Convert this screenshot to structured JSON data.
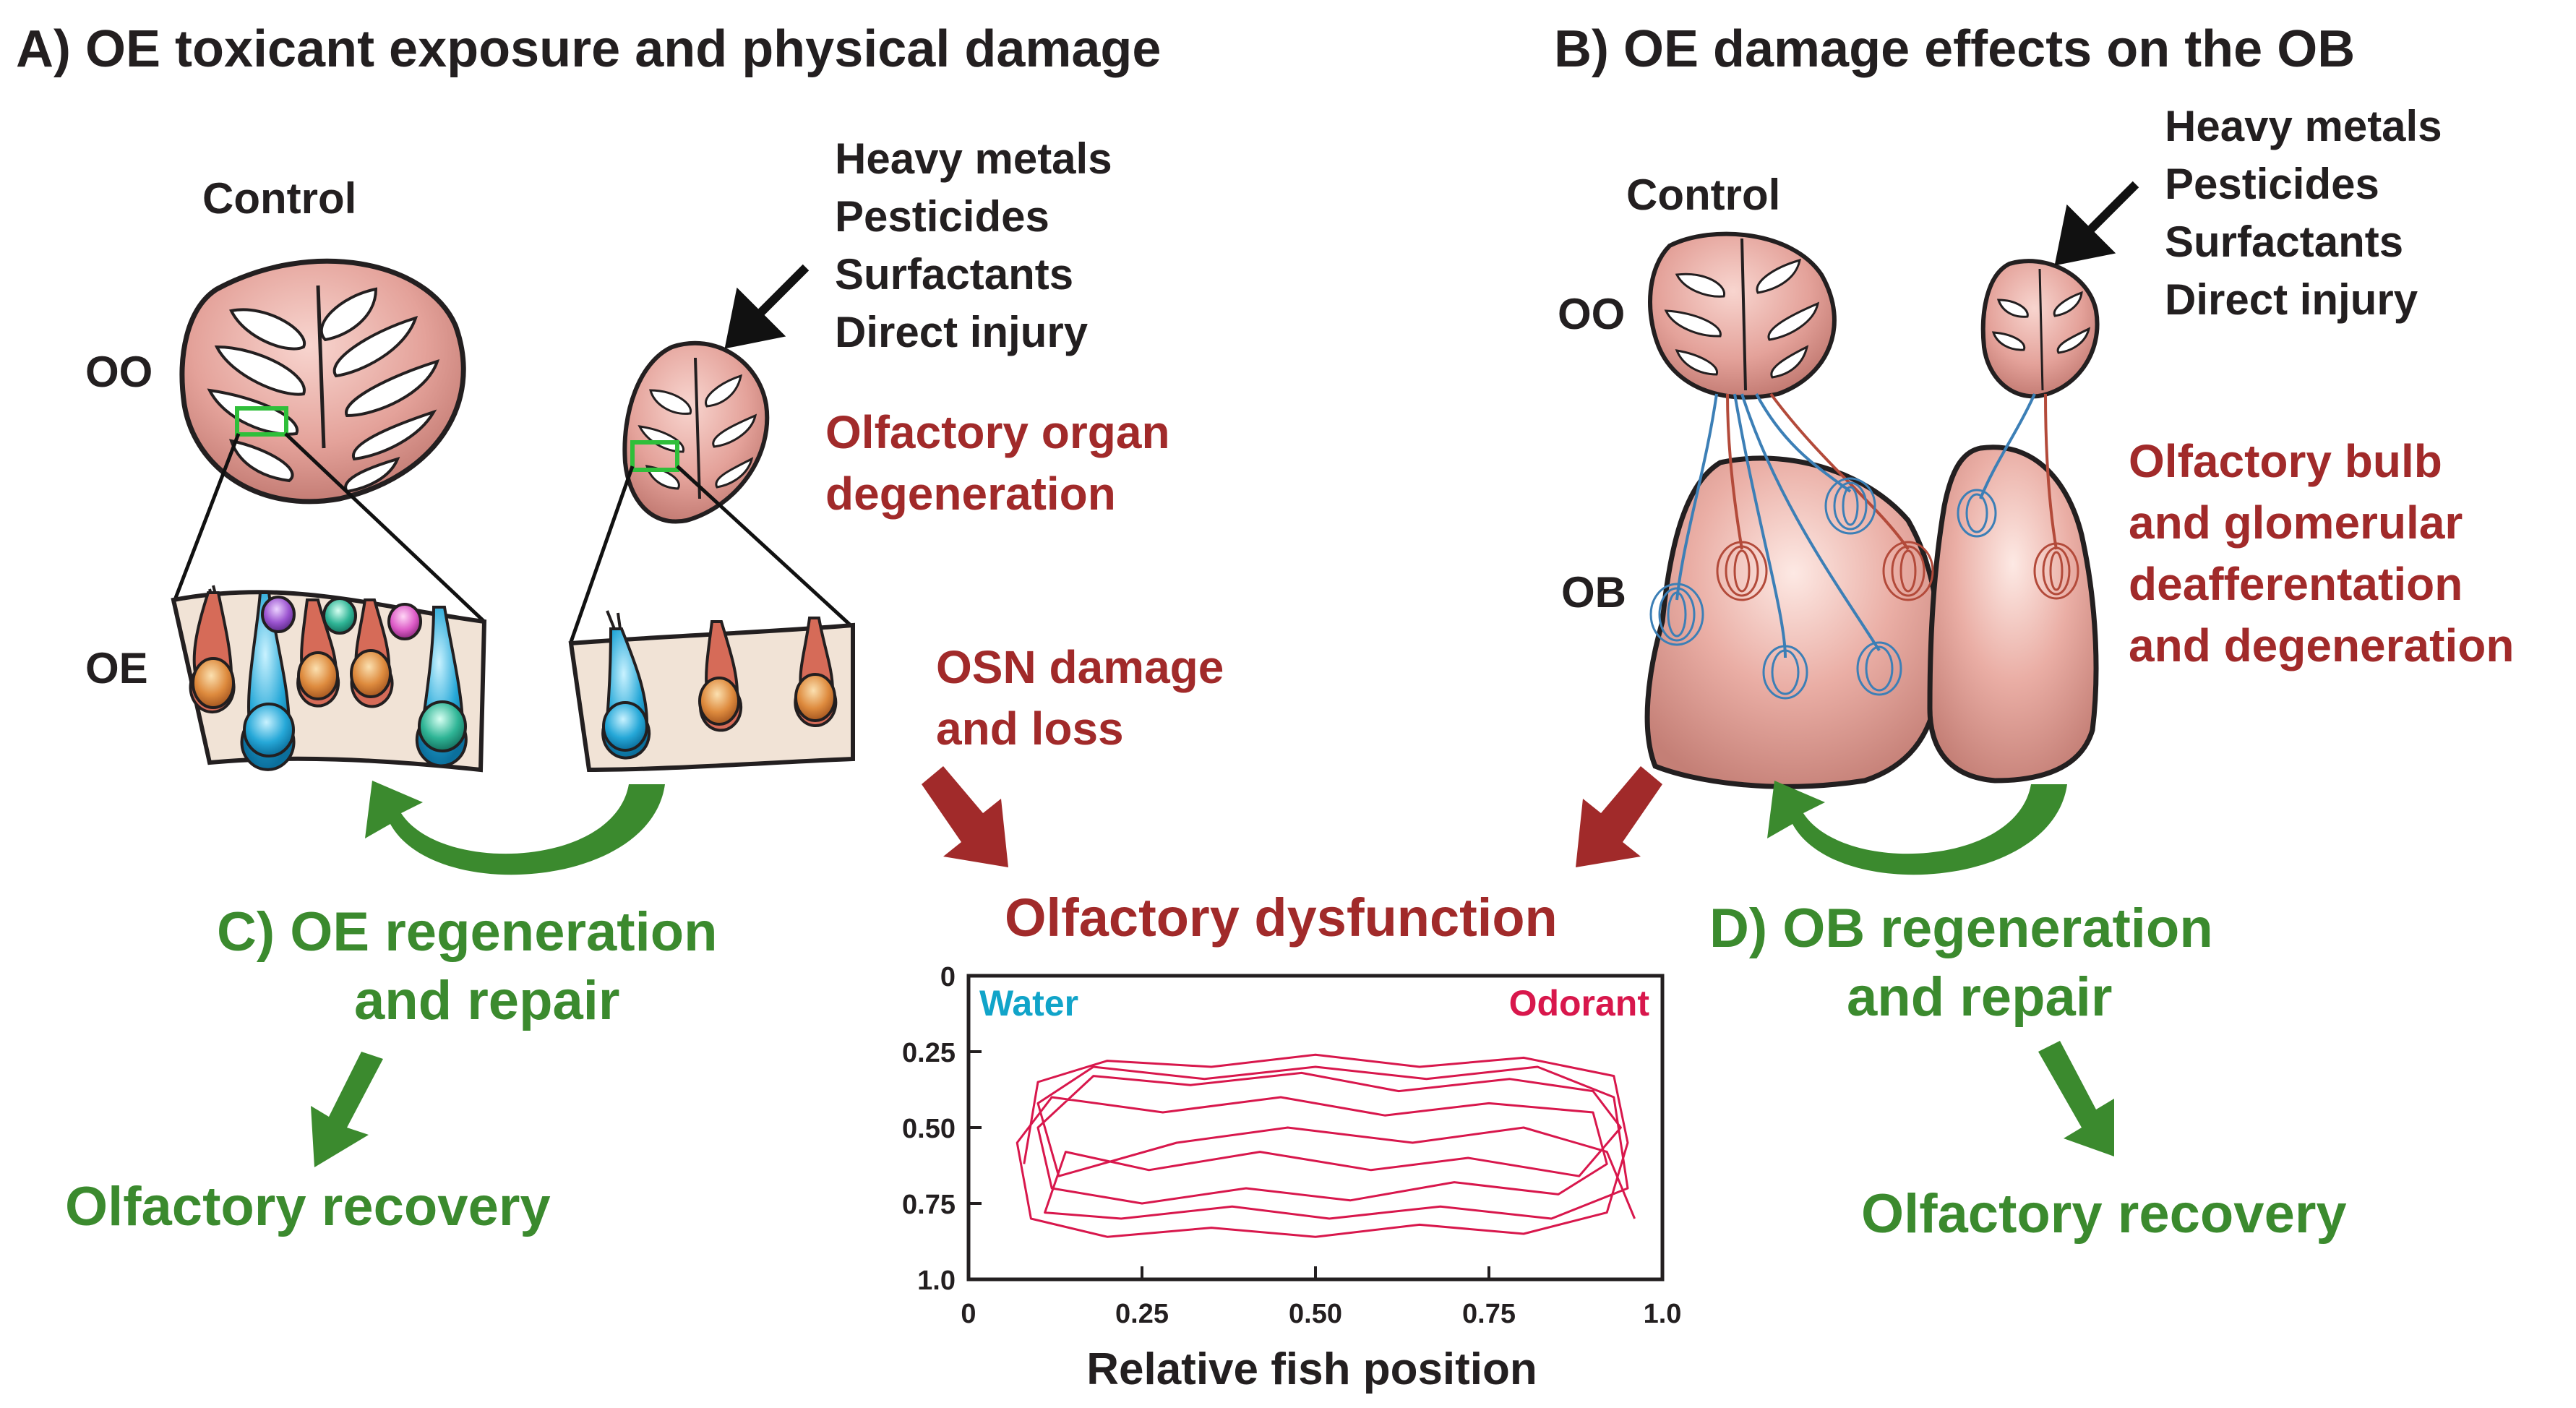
{
  "panel_a": {
    "heading": "A) OE toxicant exposure and physical damage",
    "control_label": "Control",
    "oo_label": "OO",
    "oe_label": "OE",
    "toxicants": [
      "Heavy metals",
      "Pesticides",
      "Surfactants",
      "Direct injury"
    ],
    "organ_effect": [
      "Olfactory organ",
      "degeneration"
    ],
    "osn_effect": [
      "OSN damage",
      "and loss"
    ]
  },
  "panel_b": {
    "heading": "B) OE damage effects on the OB",
    "control_label": "Control",
    "oo_label": "OO",
    "ob_label": "OB",
    "toxicants": [
      "Heavy metals",
      "Pesticides",
      "Surfactants",
      "Direct injury"
    ],
    "bulb_effect": [
      "Olfactory bulb",
      "and glomerular",
      "deafferentation",
      "and degeneration"
    ]
  },
  "panel_c": {
    "heading": [
      "C) OE regeneration",
      "and repair"
    ],
    "outcome": "Olfactory recovery"
  },
  "panel_d": {
    "heading": [
      "D) OB regeneration",
      "and repair"
    ],
    "outcome": "Olfactory recovery"
  },
  "center": {
    "title": "Olfactory dysfunction"
  },
  "colors": {
    "text": "#231f20",
    "effect_red": "#a12a2a",
    "regen_green": "#3b8a2e",
    "tissue_pink": "#e4a29a",
    "water_cyan": "#11a4c9",
    "odorant_crimson": "#d8174c",
    "axon_blue": "#3c7fb6"
  },
  "chart_data": {
    "type": "line",
    "xlabel": "Relative fish position",
    "x_ticks": [
      "0",
      "0.25",
      "0.50",
      "0.75",
      "1.0"
    ],
    "y_ticks": [
      "0",
      "0.25",
      "0.50",
      "0.75",
      "1.0"
    ],
    "xlim": [
      0,
      1
    ],
    "ylim": [
      0,
      1
    ],
    "y_inverted": true,
    "annotations": {
      "left": "Water",
      "right": "Odorant"
    },
    "series": [
      {
        "color": "#d8174c",
        "points": [
          [
            0.08,
            0.62
          ],
          [
            0.1,
            0.35
          ],
          [
            0.2,
            0.28
          ],
          [
            0.35,
            0.3
          ],
          [
            0.5,
            0.26
          ],
          [
            0.65,
            0.3
          ],
          [
            0.8,
            0.27
          ],
          [
            0.93,
            0.33
          ],
          [
            0.95,
            0.55
          ],
          [
            0.92,
            0.78
          ],
          [
            0.8,
            0.85
          ],
          [
            0.65,
            0.82
          ],
          [
            0.5,
            0.86
          ],
          [
            0.35,
            0.83
          ],
          [
            0.2,
            0.86
          ],
          [
            0.09,
            0.8
          ],
          [
            0.07,
            0.55
          ],
          [
            0.12,
            0.4
          ],
          [
            0.28,
            0.45
          ],
          [
            0.45,
            0.4
          ],
          [
            0.6,
            0.46
          ],
          [
            0.75,
            0.42
          ],
          [
            0.9,
            0.45
          ],
          [
            0.92,
            0.62
          ],
          [
            0.85,
            0.72
          ],
          [
            0.7,
            0.68
          ],
          [
            0.55,
            0.74
          ],
          [
            0.4,
            0.7
          ],
          [
            0.25,
            0.75
          ],
          [
            0.12,
            0.7
          ],
          [
            0.1,
            0.5
          ],
          [
            0.18,
            0.33
          ],
          [
            0.32,
            0.36
          ],
          [
            0.48,
            0.32
          ],
          [
            0.62,
            0.38
          ],
          [
            0.78,
            0.34
          ],
          [
            0.9,
            0.38
          ],
          [
            0.94,
            0.5
          ],
          [
            0.88,
            0.66
          ],
          [
            0.72,
            0.6
          ],
          [
            0.58,
            0.64
          ],
          [
            0.42,
            0.58
          ],
          [
            0.26,
            0.64
          ],
          [
            0.14,
            0.58
          ],
          [
            0.11,
            0.78
          ],
          [
            0.22,
            0.8
          ],
          [
            0.38,
            0.76
          ],
          [
            0.52,
            0.8
          ],
          [
            0.68,
            0.76
          ],
          [
            0.84,
            0.8
          ],
          [
            0.95,
            0.7
          ],
          [
            0.93,
            0.4
          ],
          [
            0.82,
            0.3
          ],
          [
            0.66,
            0.34
          ],
          [
            0.5,
            0.3
          ],
          [
            0.34,
            0.34
          ],
          [
            0.18,
            0.3
          ],
          [
            0.1,
            0.42
          ],
          [
            0.13,
            0.66
          ],
          [
            0.3,
            0.55
          ],
          [
            0.46,
            0.5
          ],
          [
            0.64,
            0.55
          ],
          [
            0.8,
            0.5
          ],
          [
            0.92,
            0.58
          ],
          [
            0.96,
            0.8
          ]
        ]
      }
    ]
  }
}
